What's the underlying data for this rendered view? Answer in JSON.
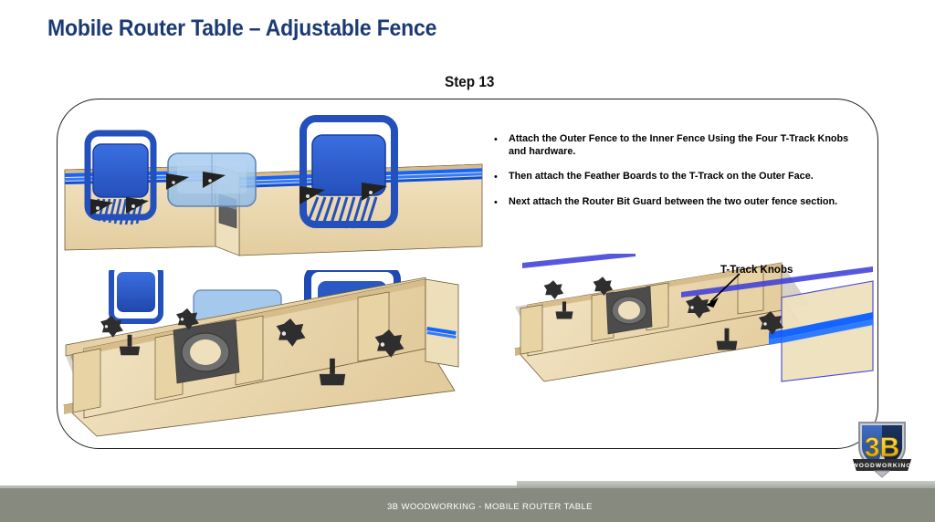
{
  "slide": {
    "title": "Mobile Router Table – Adjustable Fence",
    "step_heading": "Step 13",
    "title_color": "#1b3a74",
    "background_color": "#ffffff"
  },
  "instructions": {
    "bullet_char": "•",
    "items": [
      "Attach the Outer Fence to the Inner Fence Using the Four T-Track Knobs and hardware.",
      "Then attach the Feather Boards to the T-Track on the Outer Face.",
      "Next attach the Router Bit Guard between the two outer fence section."
    ]
  },
  "callouts": {
    "t_track_knobs": "T-Track Knobs"
  },
  "illustrations": {
    "top_left": {
      "name": "fence-front-view-with-feather-boards",
      "parts": [
        "inner fence",
        "outer fence",
        "feather board left",
        "feather board right",
        "router bit guard",
        "t-track",
        "plywood fence face"
      ]
    },
    "bottom_left": {
      "name": "fence-assembly-rear-iso-view",
      "parts": [
        "fence body",
        "gusset braces",
        "dust port opening",
        "t-track knobs",
        "feather boards",
        "router bit guard"
      ]
    },
    "bottom_right": {
      "name": "outer-fence-iso-view-with-knobs",
      "parts": [
        "fence body",
        "gusset braces",
        "dust port opening",
        "t-track knobs",
        "t-track"
      ]
    }
  },
  "colors": {
    "plywood_light": "#e8d5ab",
    "plywood_face": "#efe0bd",
    "plywood_edge": "#c9a96e",
    "plywood_shadow": "#b9975b",
    "feather_board_blue": "#2f63d6",
    "feather_board_dark": "#1f46a8",
    "guard_clear_blue": "#9cc3ec",
    "t_track_blue": "#1464ff",
    "knob_black": "#303030",
    "outline": "#1d1d1d"
  },
  "footer": {
    "text": "3B WOODWORKING - MOBILE ROUTER TABLE",
    "band_color": "#878a7e",
    "text_color": "#ffffff"
  },
  "logo": {
    "mark": "3B",
    "wordmark": "WOODWORKING",
    "shield_blue": "#2c56a8",
    "shield_navy": "#12264f",
    "letter_yellow": "#f4c21b",
    "banner_dark": "#2b2b2b"
  }
}
